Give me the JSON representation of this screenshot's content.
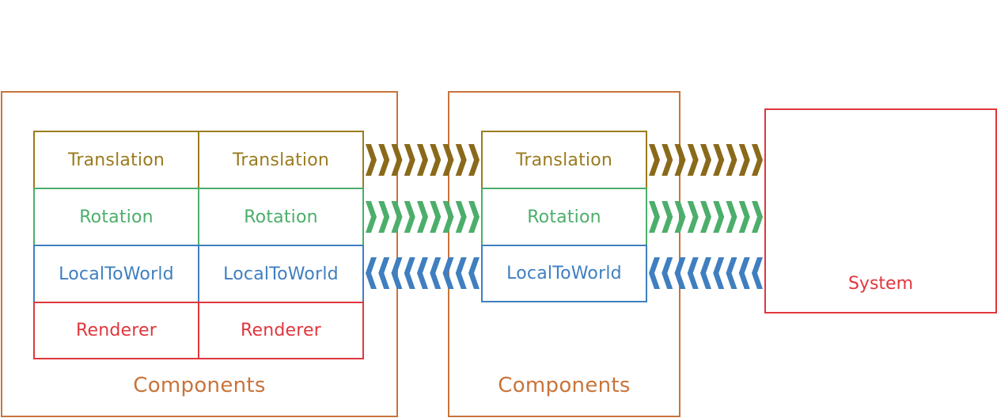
{
  "groups": [
    {
      "label": "Components",
      "columns": [
        [
          "Translation",
          "Rotation",
          "LocalToWorld",
          "Renderer"
        ],
        [
          "Translation",
          "Rotation",
          "LocalToWorld",
          "Renderer"
        ]
      ]
    },
    {
      "label": "Components",
      "columns": [
        [
          "Translation",
          "Rotation",
          "LocalToWorld"
        ]
      ]
    }
  ],
  "system": {
    "label": "System"
  },
  "arrows": [
    {
      "component": "Translation",
      "direction": "right",
      "color": "#8a6a1a"
    },
    {
      "component": "Rotation",
      "direction": "right",
      "color": "#4cae6b"
    },
    {
      "component": "LocalToWorld",
      "direction": "left",
      "color": "#3f7fc0"
    }
  ],
  "colors": {
    "group_border": "#c8743a",
    "translation": "#9a7b1e",
    "rotation": "#4cae6b",
    "local_to_world": "#3f7fc0",
    "renderer": "#e0373d",
    "system": "#e0373d"
  }
}
